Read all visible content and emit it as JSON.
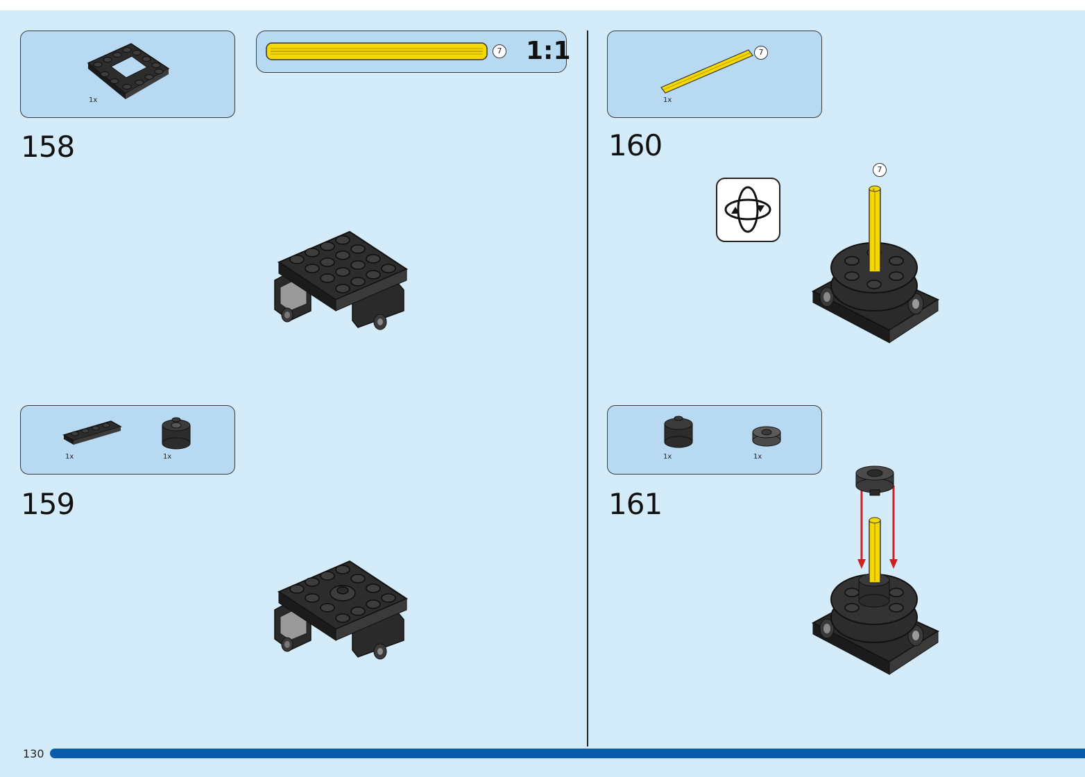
{
  "page_number": "130",
  "scale": {
    "label": "1:1",
    "callout": "7"
  },
  "steps": [
    {
      "number": "158",
      "parts": [
        {
          "name": "frame plate",
          "qty": "1x"
        }
      ]
    },
    {
      "number": "159",
      "parts": [
        {
          "name": "plate 1x4",
          "qty": "1x"
        },
        {
          "name": "round brick 2x2",
          "qty": "1x"
        }
      ]
    },
    {
      "number": "160",
      "parts": [
        {
          "name": "axle",
          "qty": "1x",
          "callout": "7"
        }
      ],
      "callout": "7"
    },
    {
      "number": "161",
      "parts": [
        {
          "name": "round brick 2x2",
          "qty": "1x"
        },
        {
          "name": "round plate 2x2",
          "qty": "1x"
        }
      ]
    }
  ],
  "colors": {
    "background": "#d4ebf9",
    "parts_box": "#b8d9f2",
    "footer_bar": "#0a5cab",
    "axle": "#f5d800",
    "arrow": "#cc2222",
    "brick": "#2c2c2c"
  },
  "icons": {
    "rotate": "rotate-model-icon"
  }
}
